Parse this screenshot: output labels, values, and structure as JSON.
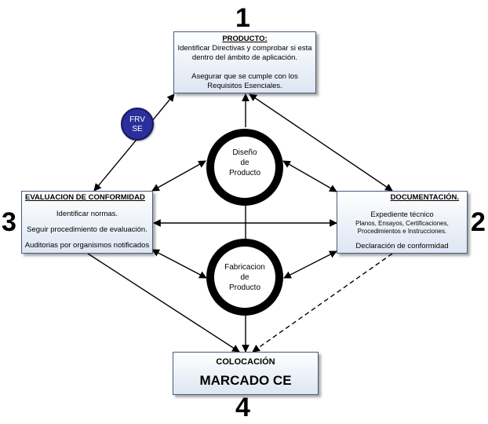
{
  "numbers": {
    "producto": "1",
    "documentacion": "2",
    "evaluacion": "3",
    "colocacion": "4"
  },
  "producto": {
    "title": "PRODUCTO:",
    "lines": [
      "Identificar Directivas y comprobar si esta",
      "dentro del ámbito de aplicación.",
      "",
      "Asegurar que se cumple con los",
      "Requisitos Esenciales."
    ]
  },
  "badge": {
    "line1": "FRV",
    "line2": "SE"
  },
  "evaluacion": {
    "title": "EVALUACION DE CONFORMIDAD",
    "items": [
      "Identificar normas.",
      "Seguir procedimiento de evaluación.",
      "Auditorias por organismos notificados"
    ]
  },
  "documentacion": {
    "title": "DOCUMENTACIÓN.",
    "heading": "Expediente técnico",
    "details": [
      "Planos, Ensayos, Certificaciones,",
      "Procedimientos e Instrucciones."
    ],
    "footer": "Declaración de conformidad"
  },
  "diseno": {
    "lines": [
      "Diseño",
      "de",
      "Producto"
    ]
  },
  "fabricacion": {
    "lines": [
      "Fabricacion",
      "de",
      "Producto"
    ]
  },
  "colocacion": {
    "title": "COLOCACIÓN",
    "main": "MARCADO CE"
  }
}
